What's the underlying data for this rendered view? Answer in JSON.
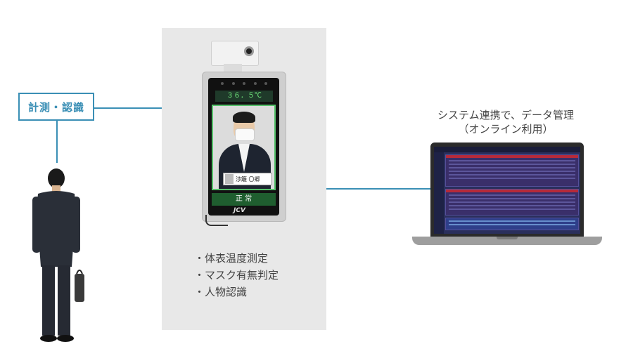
{
  "left_label": "計測・認識",
  "device": {
    "temperature_reading": "３６．５℃",
    "name_card": "渉籬 〇郷",
    "status_text": "正 常",
    "logo_text": "JCV"
  },
  "features": [
    "・体表温度測定",
    "・マスク有無判定",
    "・人物認識"
  ],
  "system_caption": {
    "line1": "システム連携で、データ管理",
    "line2": "（オンライン利用）"
  },
  "colors": {
    "connector": "#3a8fb5",
    "panel_bg": "#e8e8e8",
    "status_green": "#1f5e2f",
    "frame_green": "#56c26b"
  }
}
